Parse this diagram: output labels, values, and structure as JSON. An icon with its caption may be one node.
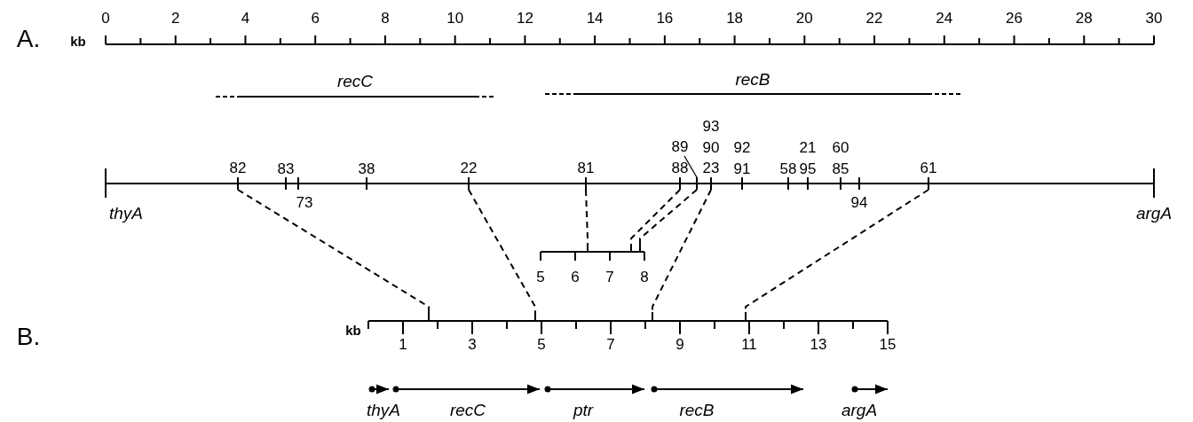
{
  "diagram": {
    "nodes": [
      {
        "text": [
          "82"
        ]
      },
      {
        "text": [
          "22"
        ]
      },
      {
        "text": [
          "81"
        ]
      },
      {
        "text": [
          "88"
        ]
      },
      {
        "text": [
          "89"
        ]
      },
      {
        "text": [],
        "shape": "bar"
      },
      {
        "text": [
          "23"
        ]
      },
      {
        "text": [
          "61"
        ]
      },
      {
        "text": [],
        "shape": "bar"
      },
      {
        "text": [],
        "shape": "bar"
      },
      {
        "text": [],
        "shape": "bar"
      },
      {
        "text": [],
        "shape": "bar"
      },
      {
        "text": [],
        "shape": "bar"
      },
      {
        "text": [],
        "shape": "bar"
      },
      {
        "text": [],
        "shape": "bar"
      }
    ],
    "edges": [
      {
        "from": 0,
        "to": 11,
        "arrow": "none",
        "style": "dashed"
      },
      {
        "from": 1,
        "to": 12,
        "arrow": "none",
        "style": "dashed"
      },
      {
        "from": 2,
        "to": 8,
        "arrow": "none",
        "style": "dashed"
      },
      {
        "from": 3,
        "to": 9,
        "arrow": "none",
        "style": "dashed"
      },
      {
        "from": 4,
        "to": 5,
        "arrow": "none"
      },
      {
        "from": 5,
        "to": 10,
        "arrow": "none",
        "style": "dashed"
      },
      {
        "from": 6,
        "to": 13,
        "arrow": "none",
        "style": "dashed"
      },
      {
        "from": 7,
        "to": 14,
        "arrow": "none",
        "style": "dashed"
      }
    ],
    "labels": [
      "A.",
      "kb",
      "0",
      "2",
      "4",
      "6",
      "8",
      "10",
      "12",
      "14",
      "16",
      "18",
      "20",
      "22",
      "24",
      "26",
      "28",
      "30",
      "recC",
      "recB",
      "93",
      "90",
      "92",
      "21",
      "60",
      "83",
      "38",
      "91",
      "58",
      "95",
      "85",
      "thyA",
      "73",
      "94",
      "argA",
      "5",
      "6",
      "7",
      "8",
      "B.",
      "kb",
      "1",
      "3",
      "5",
      "7",
      "9",
      "11",
      "13",
      "15",
      "thyA",
      "recC",
      "ptr",
      "recB",
      "argA"
    ]
  }
}
